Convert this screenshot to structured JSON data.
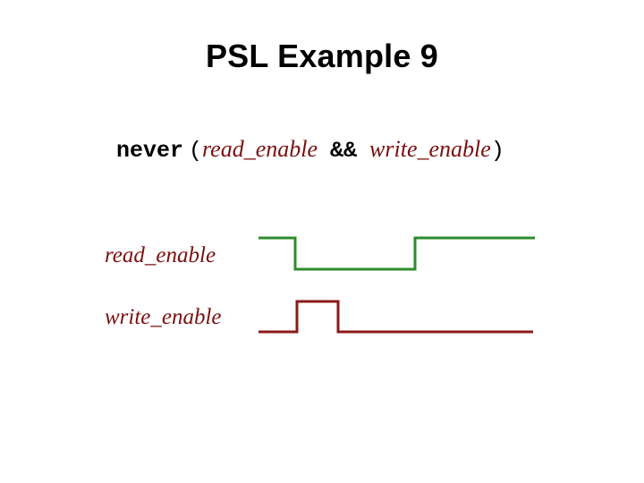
{
  "title": "PSL Example 9",
  "expression": {
    "keyword": "never",
    "open_paren": "(",
    "operand_left": "read_enable",
    "operator": "&&",
    "operand_right": "write_enable",
    "close_paren": ")"
  },
  "signals": [
    {
      "name": "read_enable",
      "color": "#2e8b2e",
      "levels": [
        1,
        0,
        1
      ]
    },
    {
      "name": "write_enable",
      "color": "#8b1a1a",
      "levels": [
        0,
        1,
        0
      ]
    }
  ],
  "colors": {
    "label_text": "#7a1010",
    "read_wave": "#2e8b2e",
    "write_wave": "#8b1a1a"
  }
}
